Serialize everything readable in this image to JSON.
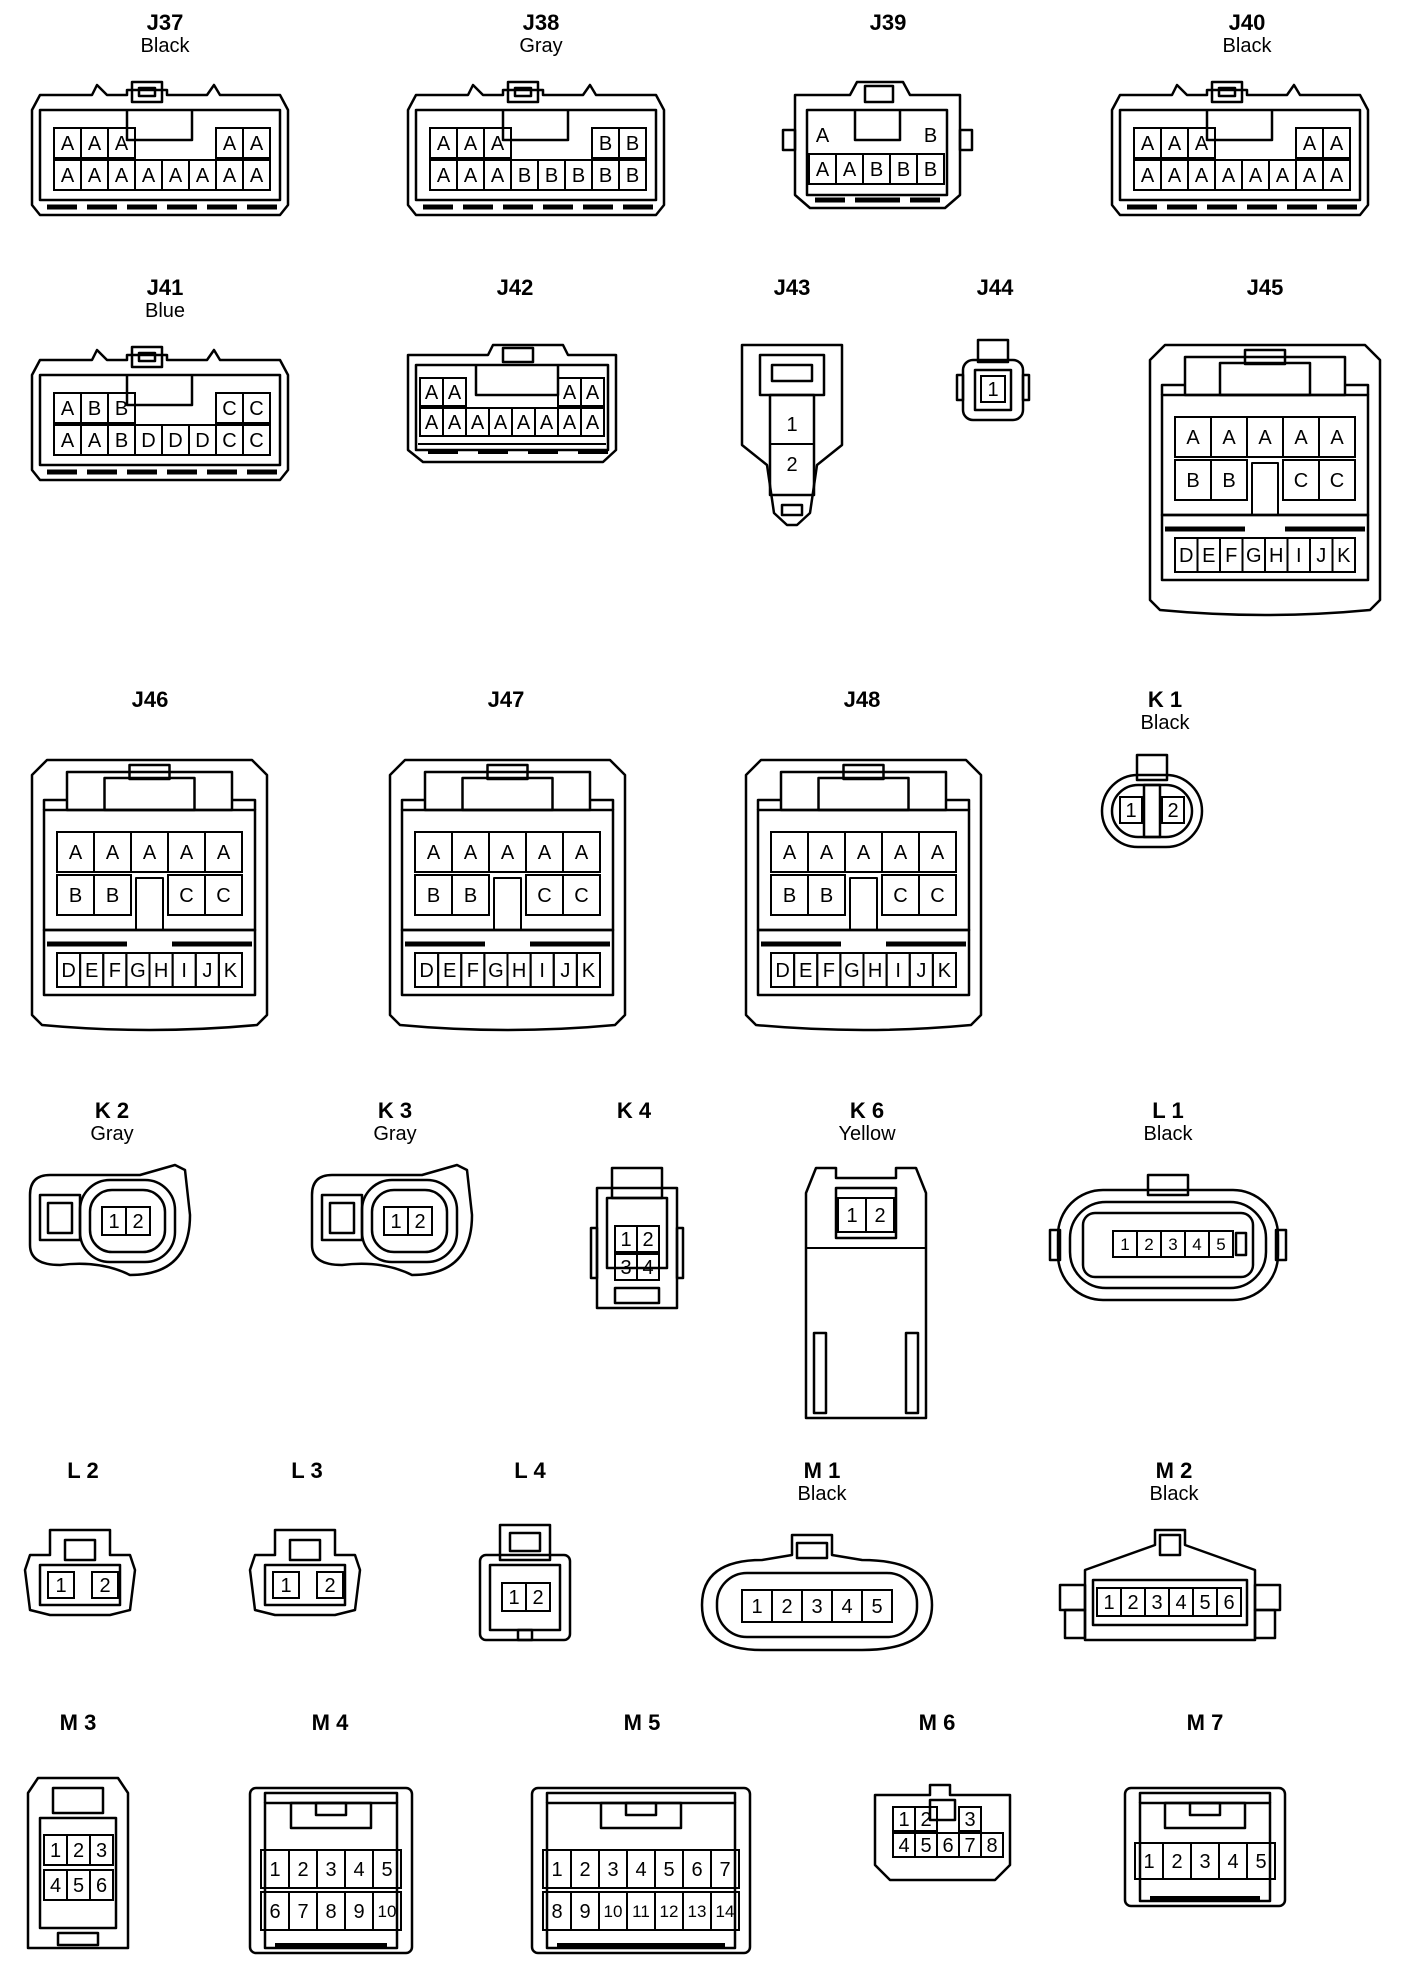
{
  "connectors": [
    {
      "id": "J37",
      "color": "Black"
    },
    {
      "id": "J38",
      "color": "Gray"
    },
    {
      "id": "J39",
      "color": ""
    },
    {
      "id": "J40",
      "color": "Black"
    },
    {
      "id": "J41",
      "color": "Blue"
    },
    {
      "id": "J42",
      "color": ""
    },
    {
      "id": "J43",
      "color": ""
    },
    {
      "id": "J44",
      "color": ""
    },
    {
      "id": "J45",
      "color": ""
    },
    {
      "id": "J46",
      "color": ""
    },
    {
      "id": "J47",
      "color": ""
    },
    {
      "id": "J48",
      "color": ""
    },
    {
      "id": "K 1",
      "color": "Black"
    },
    {
      "id": "K 2",
      "color": "Gray"
    },
    {
      "id": "K 3",
      "color": "Gray"
    },
    {
      "id": "K 4",
      "color": ""
    },
    {
      "id": "K 6",
      "color": "Yellow"
    },
    {
      "id": "L 1",
      "color": "Black"
    },
    {
      "id": "L 2",
      "color": ""
    },
    {
      "id": "L 3",
      "color": ""
    },
    {
      "id": "L 4",
      "color": ""
    },
    {
      "id": "M 1",
      "color": "Black"
    },
    {
      "id": "M 2",
      "color": "Black"
    },
    {
      "id": "M 3",
      "color": ""
    },
    {
      "id": "M 4",
      "color": ""
    },
    {
      "id": "M 5",
      "color": ""
    },
    {
      "id": "M 6",
      "color": ""
    },
    {
      "id": "M 7",
      "color": ""
    }
  ],
  "pins": {
    "J37": [
      [
        "A",
        "A",
        "A",
        "",
        "",
        "",
        "A",
        "A"
      ],
      [
        "A",
        "A",
        "A",
        "A",
        "A",
        "A",
        "A",
        "A"
      ]
    ],
    "J38": [
      [
        "A",
        "A",
        "A",
        "",
        "",
        "",
        "B",
        "B"
      ],
      [
        "A",
        "A",
        "A",
        "B",
        "B",
        "B",
        "B",
        "B"
      ]
    ],
    "J39": [
      [
        "A",
        "",
        "",
        "",
        "B"
      ],
      [
        "A",
        "A",
        "B",
        "B",
        "B"
      ]
    ],
    "J40": [
      [
        "A",
        "A",
        "A",
        "",
        "",
        "",
        "A",
        "A"
      ],
      [
        "A",
        "A",
        "A",
        "A",
        "A",
        "A",
        "A",
        "A"
      ]
    ],
    "J41": [
      [
        "A",
        "B",
        "B",
        "",
        "",
        "",
        "C",
        "C"
      ],
      [
        "A",
        "A",
        "B",
        "D",
        "D",
        "D",
        "C",
        "C"
      ]
    ],
    "J42": [
      [
        "A",
        "A",
        "",
        "",
        "",
        "",
        "A",
        "A"
      ],
      [
        "A",
        "A",
        "A",
        "A",
        "A",
        "A",
        "A",
        "A"
      ]
    ],
    "J43": [
      "1",
      "2"
    ],
    "J44": [
      "1"
    ],
    "J45": [
      [
        "A",
        "A",
        "A",
        "A",
        "A"
      ],
      [
        "B",
        "B",
        "",
        "C",
        "C"
      ],
      [
        "D",
        "E",
        "F",
        "G",
        "H",
        "I",
        "J",
        "K"
      ]
    ],
    "J46": [
      [
        "A",
        "A",
        "A",
        "A",
        "A"
      ],
      [
        "B",
        "B",
        "",
        "C",
        "C"
      ],
      [
        "D",
        "E",
        "F",
        "G",
        "H",
        "I",
        "J",
        "K"
      ]
    ],
    "J47": [
      [
        "A",
        "A",
        "A",
        "A",
        "A"
      ],
      [
        "B",
        "B",
        "",
        "C",
        "C"
      ],
      [
        "D",
        "E",
        "F",
        "G",
        "H",
        "I",
        "J",
        "K"
      ]
    ],
    "J48": [
      [
        "A",
        "A",
        "A",
        "A",
        "A"
      ],
      [
        "B",
        "B",
        "",
        "C",
        "C"
      ],
      [
        "D",
        "E",
        "F",
        "G",
        "H",
        "I",
        "J",
        "K"
      ]
    ],
    "K1": [
      "1",
      "2"
    ],
    "K2": [
      "1",
      "2"
    ],
    "K3": [
      "1",
      "2"
    ],
    "K4": [
      [
        "1",
        "2"
      ],
      [
        "3",
        "4"
      ]
    ],
    "K6": [
      "1",
      "2"
    ],
    "L1": [
      "1",
      "2",
      "3",
      "4",
      "5"
    ],
    "L2": [
      "1",
      "2"
    ],
    "L3": [
      "1",
      "2"
    ],
    "L4": [
      "1",
      "2"
    ],
    "M1": [
      "1",
      "2",
      "3",
      "4",
      "5"
    ],
    "M2": [
      "1",
      "2",
      "3",
      "4",
      "5",
      "6"
    ],
    "M3": [
      [
        "1",
        "2",
        "3"
      ],
      [
        "4",
        "5",
        "6"
      ]
    ],
    "M4": [
      [
        "1",
        "2",
        "3",
        "4",
        "5"
      ],
      [
        "6",
        "7",
        "8",
        "9",
        "10"
      ]
    ],
    "M5": [
      [
        "1",
        "2",
        "3",
        "4",
        "5",
        "6",
        "7"
      ],
      [
        "8",
        "9",
        "10",
        "11",
        "12",
        "13",
        "14"
      ]
    ],
    "M6": [
      [
        "1",
        "2",
        "",
        "3"
      ],
      [
        "4",
        "5",
        "6",
        "7",
        "8"
      ]
    ],
    "M7": [
      "1",
      "2",
      "3",
      "4",
      "5"
    ]
  }
}
